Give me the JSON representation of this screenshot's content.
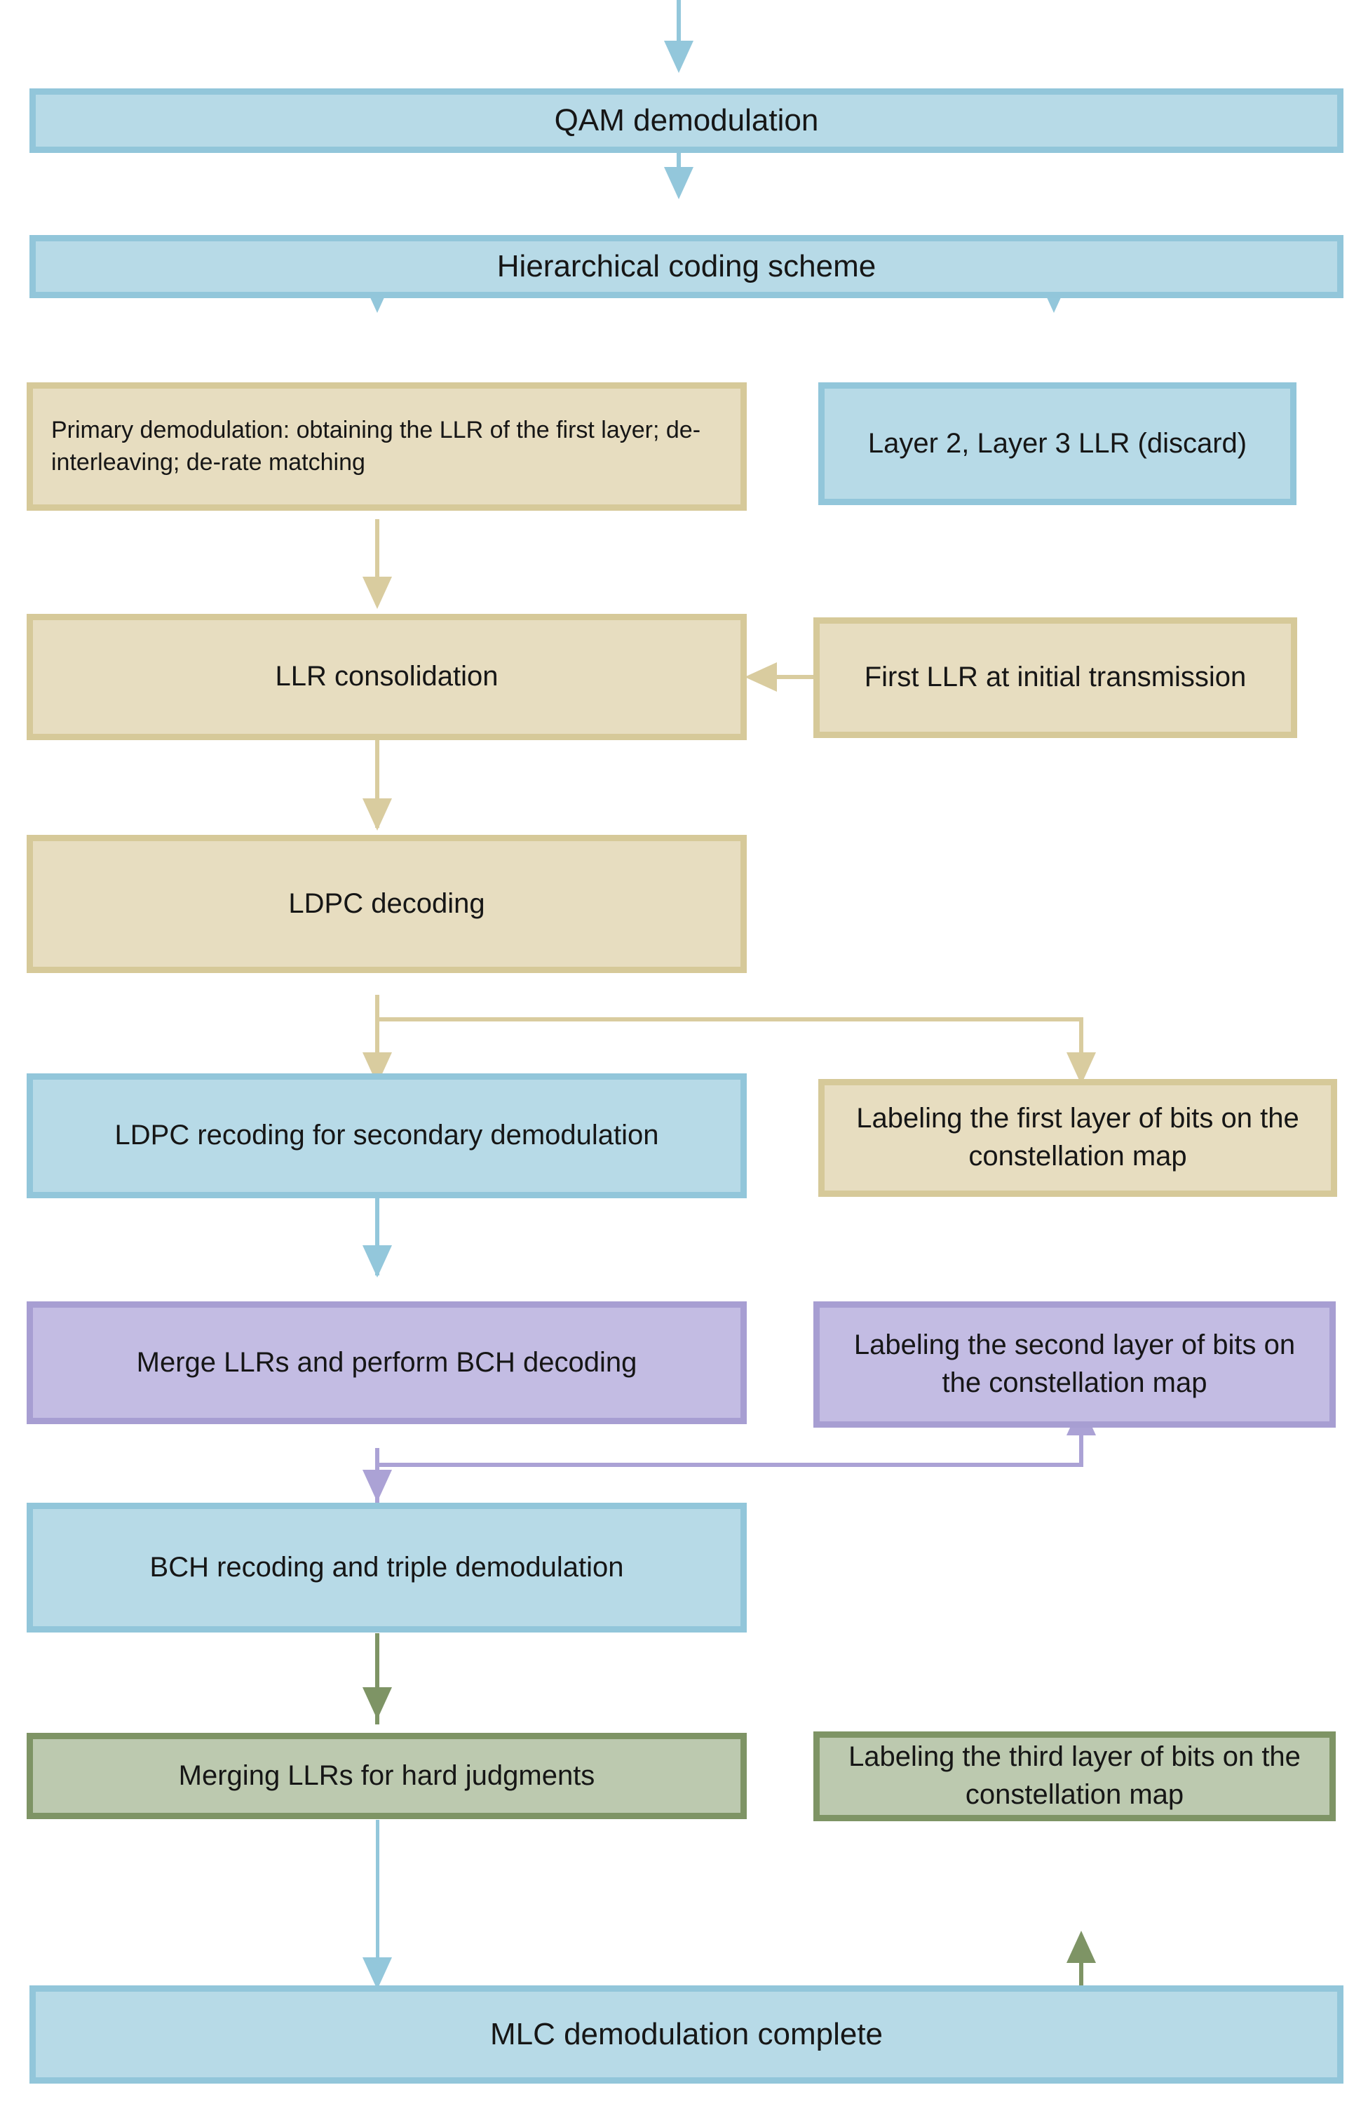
{
  "diagram": {
    "title": "MLC demodulation flowchart",
    "palette": {
      "blue_fill": "#b7dae7",
      "blue_border": "#92c6da",
      "tan_fill": "#e7ddc0",
      "tan_border": "#d6c999",
      "purple_fill": "#c3bce3",
      "purple_border": "#a79ed2",
      "green_fill": "#bcc9af",
      "green_border": "#7e9465",
      "background": "#ffffff"
    },
    "nodes": [
      {
        "id": "qam",
        "label": "QAM demodulation"
      },
      {
        "id": "hier",
        "label": "Hierarchical coding scheme"
      },
      {
        "id": "primary",
        "label": "Primary demodulation: obtaining the LLR of the first layer; de-interleaving; de-rate matching"
      },
      {
        "id": "layer23",
        "label": "Layer 2, Layer 3 LLR (discard)"
      },
      {
        "id": "llrconsol",
        "label": "LLR consolidation"
      },
      {
        "id": "firstllr",
        "label": "First LLR at initial transmission"
      },
      {
        "id": "ldpcdec",
        "label": "LDPC decoding"
      },
      {
        "id": "ldpcrecode",
        "label": "LDPC recoding for secondary demodulation"
      },
      {
        "id": "label1",
        "label": "Labeling the first layer of bits on the constellation map"
      },
      {
        "id": "mergebch",
        "label": "Merge LLRs and perform BCH decoding"
      },
      {
        "id": "label2",
        "label": "Labeling the second layer of bits on the constellation map"
      },
      {
        "id": "bchrecode",
        "label": "BCH recoding and triple demodulation"
      },
      {
        "id": "mergehard",
        "label": "Merging LLRs for hard judgments"
      },
      {
        "id": "label3",
        "label": "Labeling the third layer of bits on the constellation map"
      },
      {
        "id": "complete",
        "label": "MLC demodulation complete"
      }
    ],
    "edges": [
      {
        "from": "input",
        "to": "qam",
        "color": "blue"
      },
      {
        "from": "qam",
        "to": "hier",
        "color": "blue"
      },
      {
        "from": "hier",
        "to": "primary",
        "color": "blue"
      },
      {
        "from": "hier",
        "to": "layer23",
        "color": "blue"
      },
      {
        "from": "primary",
        "to": "llrconsol",
        "color": "tan"
      },
      {
        "from": "firstllr",
        "to": "llrconsol",
        "color": "tan"
      },
      {
        "from": "llrconsol",
        "to": "ldpcdec",
        "color": "tan"
      },
      {
        "from": "ldpcdec",
        "to": "ldpcrecode",
        "color": "tan"
      },
      {
        "from": "ldpcdec",
        "to": "label1",
        "color": "tan"
      },
      {
        "from": "ldpcrecode",
        "to": "mergebch",
        "color": "blue"
      },
      {
        "from": "mergebch",
        "to": "bchrecode",
        "color": "purple"
      },
      {
        "from": "mergebch",
        "to": "label2",
        "color": "purple"
      },
      {
        "from": "bchrecode",
        "to": "mergehard",
        "color": "green"
      },
      {
        "from": "mergehard",
        "to": "complete",
        "color": "blue"
      },
      {
        "from": "mergehard",
        "to": "label3",
        "color": "green"
      }
    ]
  }
}
